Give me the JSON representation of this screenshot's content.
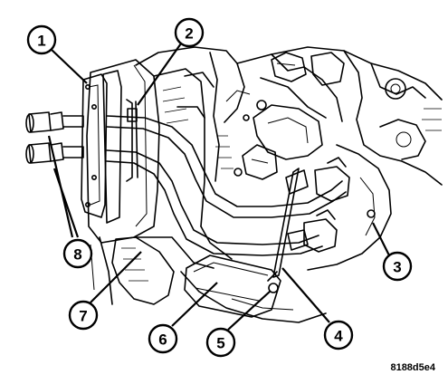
{
  "callouts": [
    {
      "id": "1",
      "label": "1"
    },
    {
      "id": "2",
      "label": "2"
    },
    {
      "id": "3",
      "label": "3"
    },
    {
      "id": "4",
      "label": "4"
    },
    {
      "id": "5",
      "label": "5"
    },
    {
      "id": "6",
      "label": "6"
    },
    {
      "id": "7",
      "label": "7"
    },
    {
      "id": "8",
      "label": "8"
    }
  ],
  "figure_code": "8188d5e4"
}
